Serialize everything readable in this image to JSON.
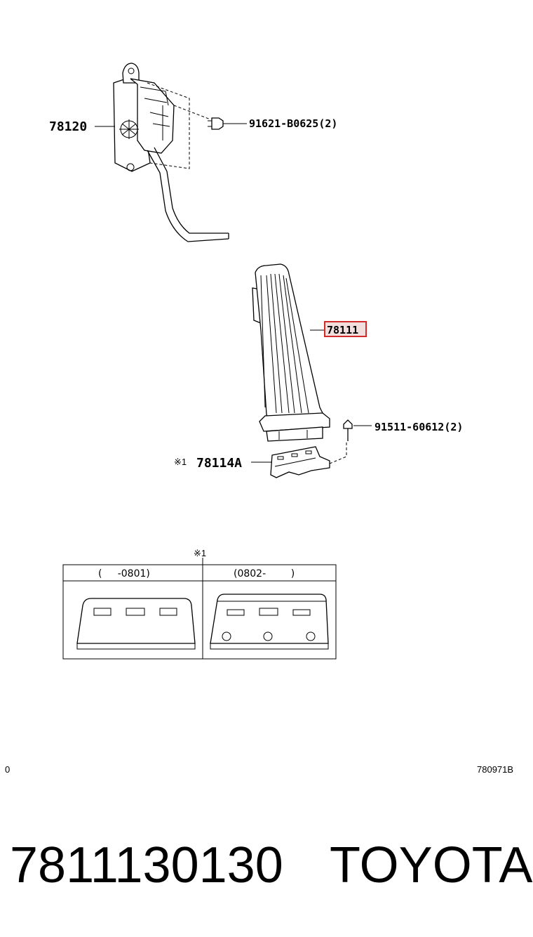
{
  "parts": {
    "sensor_assembly": "78120",
    "sensor_bolt": "91621-B0625(2)",
    "pedal_arm": "78111",
    "pedal_bolt": "91511-60612(2)",
    "bracket_mark": "※1",
    "bracket": "78114A"
  },
  "table": {
    "mark": "※1",
    "col_left_header": "(     -0801)",
    "col_right_header": "(0802-        )"
  },
  "footer": {
    "left_code": "0",
    "right_code": "780971B",
    "part_number": "7811130130",
    "brand": "TOYOTA"
  },
  "colors": {
    "highlight": "#d22b2b",
    "highlight_fill": "#f3dede"
  }
}
